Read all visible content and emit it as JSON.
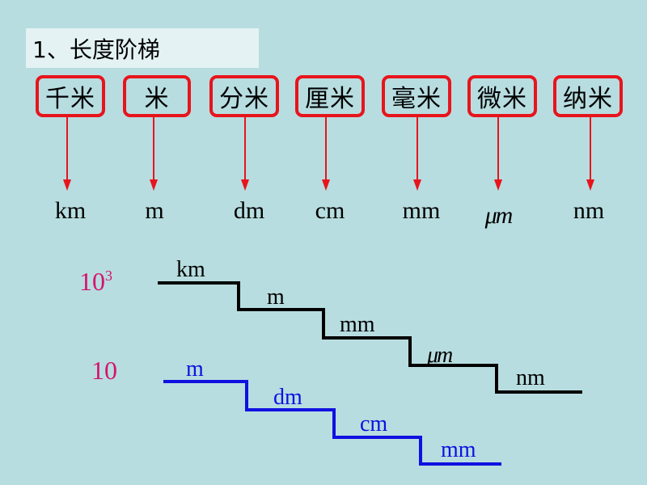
{
  "title": "1、长度阶梯",
  "units": [
    {
      "name": "千米",
      "abbr": "km"
    },
    {
      "name": "米",
      "abbr": "m"
    },
    {
      "name": "分米",
      "abbr": "dm"
    },
    {
      "name": "厘米",
      "abbr": "cm"
    },
    {
      "name": "毫米",
      "abbr": "mm"
    },
    {
      "name": "微米",
      "abbr": "μm"
    },
    {
      "name": "纳米",
      "abbr": "nm"
    }
  ],
  "ladder_1000": {
    "factor_base": "10",
    "factor_exp": "3",
    "steps": [
      "km",
      "m",
      "mm",
      "μm",
      "nm"
    ]
  },
  "ladder_10": {
    "factor": "10",
    "steps": [
      "m",
      "dm",
      "cm",
      "mm"
    ]
  },
  "colors": {
    "background": "#b7dde0",
    "box_border": "#e8141c",
    "arrow": "#e8141c",
    "ladder_1000": "#000000",
    "ladder_10": "#1010e0",
    "factor_text": "#d4146e"
  }
}
